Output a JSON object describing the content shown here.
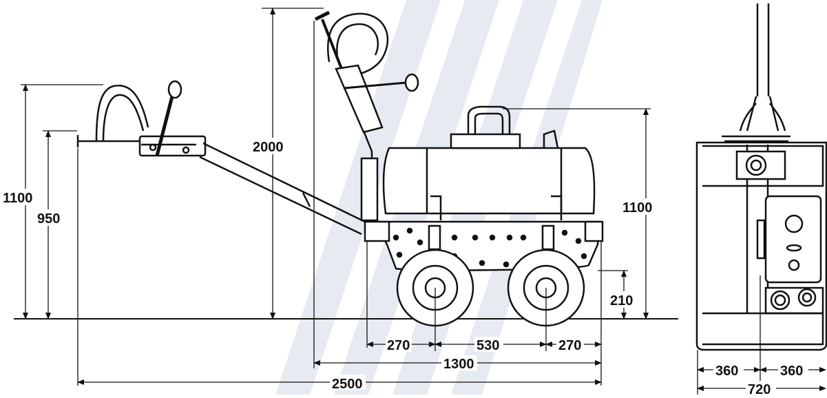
{
  "dimensions": {
    "side_view": {
      "handle_upper_height": "1100",
      "handle_lower_height": "950",
      "handle_raised_height": "2000",
      "machine_height": "1100",
      "ground_clearance": "210",
      "front_overhang": "270",
      "wheelbase": "530",
      "rear_overhang": "270",
      "machine_length": "1300",
      "total_length": "2500"
    },
    "front_view": {
      "half_width_left": "360",
      "half_width_right": "360",
      "total_width": "720"
    }
  },
  "colors": {
    "line": "#111111",
    "background": "#ffffff",
    "watermark": "#e6ebf2"
  }
}
